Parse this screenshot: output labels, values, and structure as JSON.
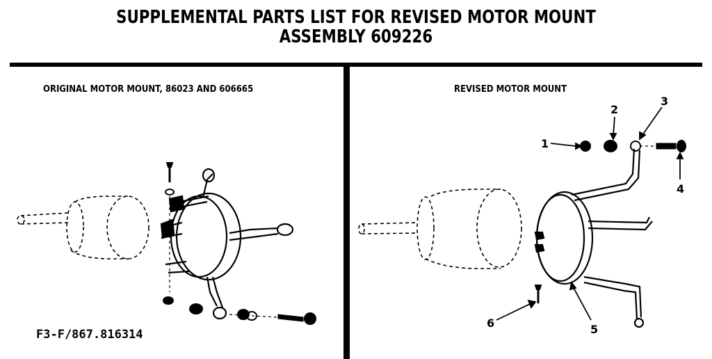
{
  "title": {
    "line1": "SUPPLEMENTAL PARTS LIST FOR REVISED MOTOR MOUNT",
    "line2": "ASSEMBLY 609226"
  },
  "left_panel": {
    "heading": "ORIGINAL MOTOR MOUNT, 86023 AND 606665"
  },
  "right_panel": {
    "heading": "REVISED MOTOR MOUNT",
    "callouts": [
      "1",
      "2",
      "3",
      "4",
      "5",
      "6"
    ]
  },
  "footer": {
    "part_number": "F3-F/867.816314"
  }
}
